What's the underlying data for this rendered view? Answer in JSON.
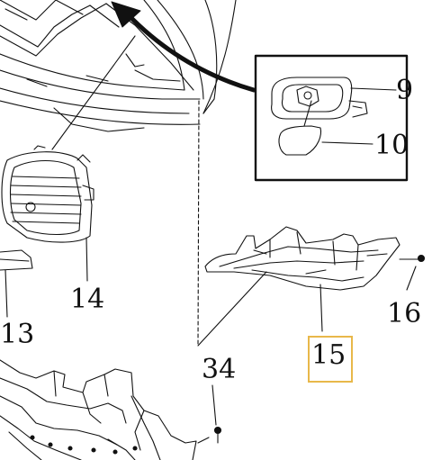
{
  "callouts": {
    "c9": "9",
    "c10": "10",
    "c13": "13",
    "c14": "14",
    "c15": "15",
    "c16": "16",
    "c34": "34"
  },
  "colors": {
    "line": "#111111",
    "highlight": "#e8b84a",
    "background": "#ffffff"
  }
}
